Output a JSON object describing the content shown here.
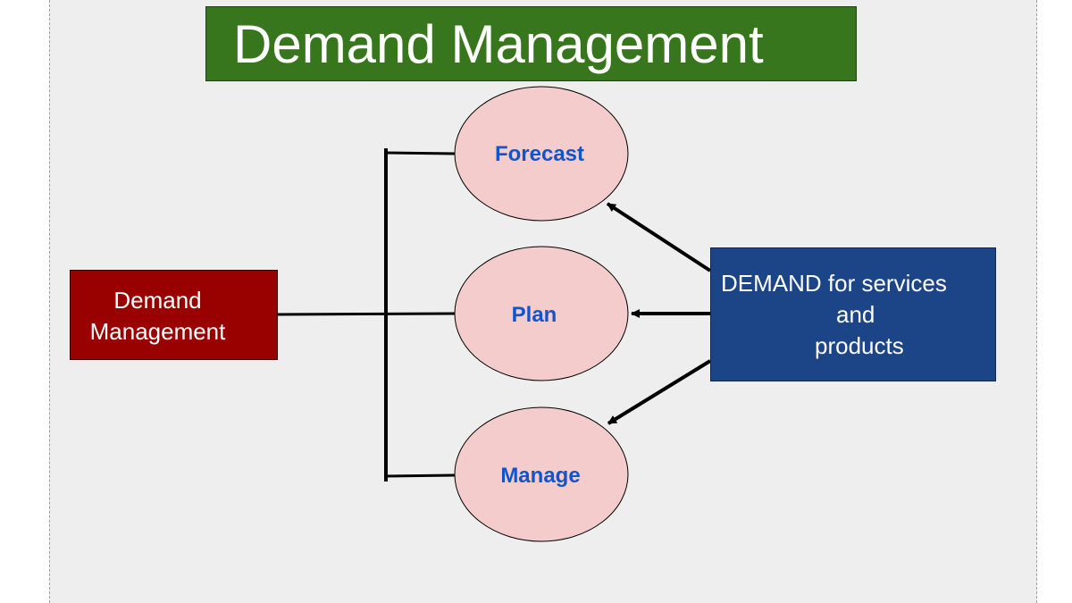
{
  "title": "Demand Management",
  "left_box": {
    "line1": "Demand",
    "line2": "Management"
  },
  "nodes": [
    {
      "id": "forecast",
      "label": "Forecast"
    },
    {
      "id": "plan",
      "label": "Plan"
    },
    {
      "id": "manage",
      "label": "Manage"
    }
  ],
  "right_box": {
    "line1": "DEMAND for services",
    "line2": "and",
    "line3": "products"
  },
  "colors": {
    "canvas": "#eeeeee",
    "title_bg": "#38761d",
    "left_box_bg": "#990000",
    "right_box_bg": "#1c4587",
    "node_fill": "#f4cccc",
    "node_text": "#1155cc",
    "line": "#000000"
  }
}
